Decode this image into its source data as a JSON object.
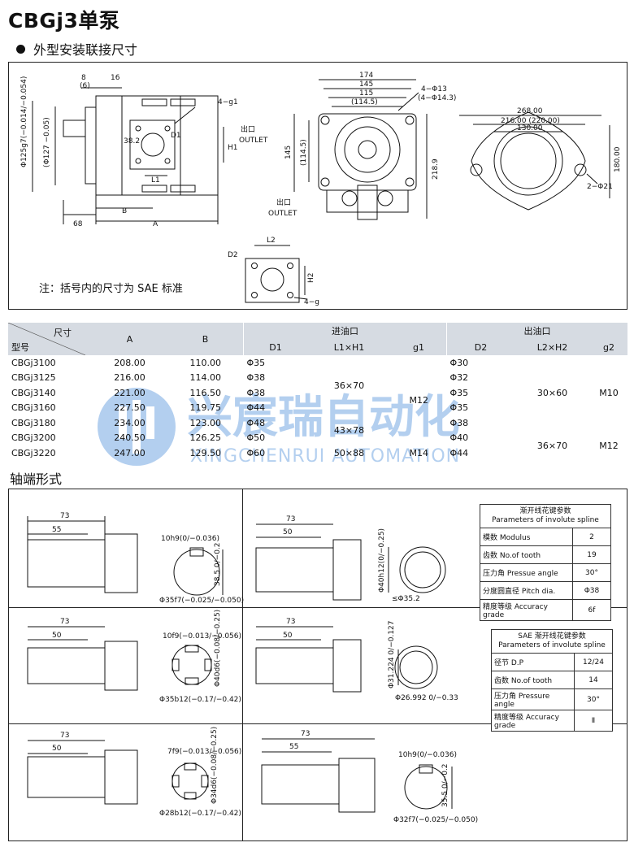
{
  "page": {
    "title": "CBGj3单泵",
    "subtitle": "外型安装联接尺寸",
    "note": "注：括号内的尺寸为 SAE 标准",
    "shaft_title": "轴端形式"
  },
  "drawing": {
    "side": {
      "d8": "8",
      "d6": "(6)",
      "d16": "16",
      "g1": "4−g1",
      "d1": "D1",
      "l1": "L1",
      "h1": "H1",
      "d38": "38.2",
      "b": "B",
      "a": "A",
      "d68": "68",
      "phi125": "Φ125g7(−0.014/−0.054)",
      "phi127": "(Φ127 −0.05)"
    },
    "outlet": {
      "line1": "出口",
      "line2": "OUTLET"
    },
    "front": {
      "d174": "174",
      "d145": "145",
      "d115": "115",
      "d1145": "(114.5)",
      "holes": "4−Φ13",
      "holes_sae": "(4−Φ14.3)",
      "v145": "145",
      "v1145": "(114.5)",
      "v2189": "218.9",
      "outlet1": "出口",
      "outlet2": "OUTLET"
    },
    "flange": {
      "d268": "268.00",
      "d216": "216.00 (220.00)",
      "d130": "130.00",
      "d180": "180.00",
      "holes": "2−Φ21"
    },
    "port": {
      "l2": "L2",
      "d2": "D2",
      "h2": "H2",
      "g": "4−g"
    }
  },
  "spec_table": {
    "header_row1": {
      "size": "尺寸",
      "model": "型号",
      "A": "A",
      "B": "B",
      "inlet": "进油口",
      "outlet": "出油口"
    },
    "header_row2": [
      "D1",
      "L1×H1",
      "g1",
      "D2",
      "L2×H2",
      "g2"
    ],
    "rows": [
      {
        "model": "CBGj3100",
        "A": "208.00",
        "B": "110.00",
        "D1": "Φ35",
        "D2": "Φ30"
      },
      {
        "model": "CBGj3125",
        "A": "216.00",
        "B": "114.00",
        "D1": "Φ38",
        "D2": "Φ32"
      },
      {
        "model": "CBGj3140",
        "A": "221.00",
        "B": "116.50",
        "D1": "Φ38",
        "D2": "Φ35"
      },
      {
        "model": "CBGj3160",
        "A": "227.50",
        "B": "119.75",
        "D1": "Φ44",
        "D2": "Φ35"
      },
      {
        "model": "CBGj3180",
        "A": "234.00",
        "B": "123.00",
        "D1": "Φ48",
        "D2": "Φ38"
      },
      {
        "model": "CBGj3200",
        "A": "240.50",
        "B": "126.25",
        "D1": "Φ50",
        "D2": "Φ40"
      },
      {
        "model": "CBGj3220",
        "A": "247.00",
        "B": "129.50",
        "D1": "Φ60",
        "D2": "Φ44"
      }
    ],
    "merged": {
      "l1h1_a": "36×70",
      "l1h1_b": "43×78",
      "l1h1_c": "50×88",
      "g1_a": "M12",
      "g1_b": "M14",
      "l2h2_a": "30×60",
      "l2h2_b": "36×70",
      "g2_a": "M10",
      "g2_b": "M12"
    }
  },
  "watermark": {
    "cn": "兴宸瑞自动化",
    "en": "XINGCHENRUI AUTOMATION",
    "color": "#1b6fd0"
  },
  "shafts": {
    "s1": {
      "d73": "73",
      "d55": "55",
      "key": "10h9(0/−0.036)",
      "h": "38.5 0/−0.2",
      "phi": "Φ35f7(−0.025/−0.050)"
    },
    "s2": {
      "d73": "73",
      "d50": "50",
      "phi40": "Φ40h12(0/−0.25)",
      "phi352": "≤Φ35.2"
    },
    "s3": {
      "d73": "73",
      "d50": "50",
      "key": "10f9(−0.013/−0.056)",
      "d40": "Φ40d6(−0.08/−0.25)",
      "phi": "Φ35b12(−0.17/−0.42)"
    },
    "s4": {
      "d73": "73",
      "d50": "50",
      "d31": "Φ31.224 0/−0.127",
      "d26": "Φ26.992 0/−0.33"
    },
    "s5": {
      "d73": "73",
      "d50": "50",
      "key": "7f9(−0.013/−0.056)",
      "d34": "Φ34d6(−0.08/−0.25)",
      "phi": "Φ28b12(−0.17/−0.42)"
    },
    "s6": {
      "d73": "73",
      "d55": "55",
      "key": "10h9(0/−0.036)",
      "h": "35.5 0/−0.2",
      "phi": "Φ32f7(−0.025/−0.050)"
    }
  },
  "involute_table": {
    "title": "渐开线花键参数",
    "title_en": "Parameters of involute spline",
    "rows": [
      {
        "label": "模数 Modulus",
        "value": "2"
      },
      {
        "label": "齿数 No.of tooth",
        "value": "19"
      },
      {
        "label": "压力角 Pressue angle",
        "value": "30°"
      },
      {
        "label": "分度圆直径 Pitch dia.",
        "value": "Φ38"
      },
      {
        "label": "精度等级 Accuracy grade",
        "value": "6f"
      }
    ]
  },
  "sae_table": {
    "title": "SAE 渐开线花键参数",
    "title_en": "Parameters of involute spline",
    "rows": [
      {
        "label": "径节 D.P",
        "value": "12/24"
      },
      {
        "label": "齿数 No.of tooth",
        "value": "14"
      },
      {
        "label": "压力角 Pressure angle",
        "value": "30°"
      },
      {
        "label": "精度等级 Accuracy grade",
        "value": "Ⅱ"
      }
    ]
  }
}
